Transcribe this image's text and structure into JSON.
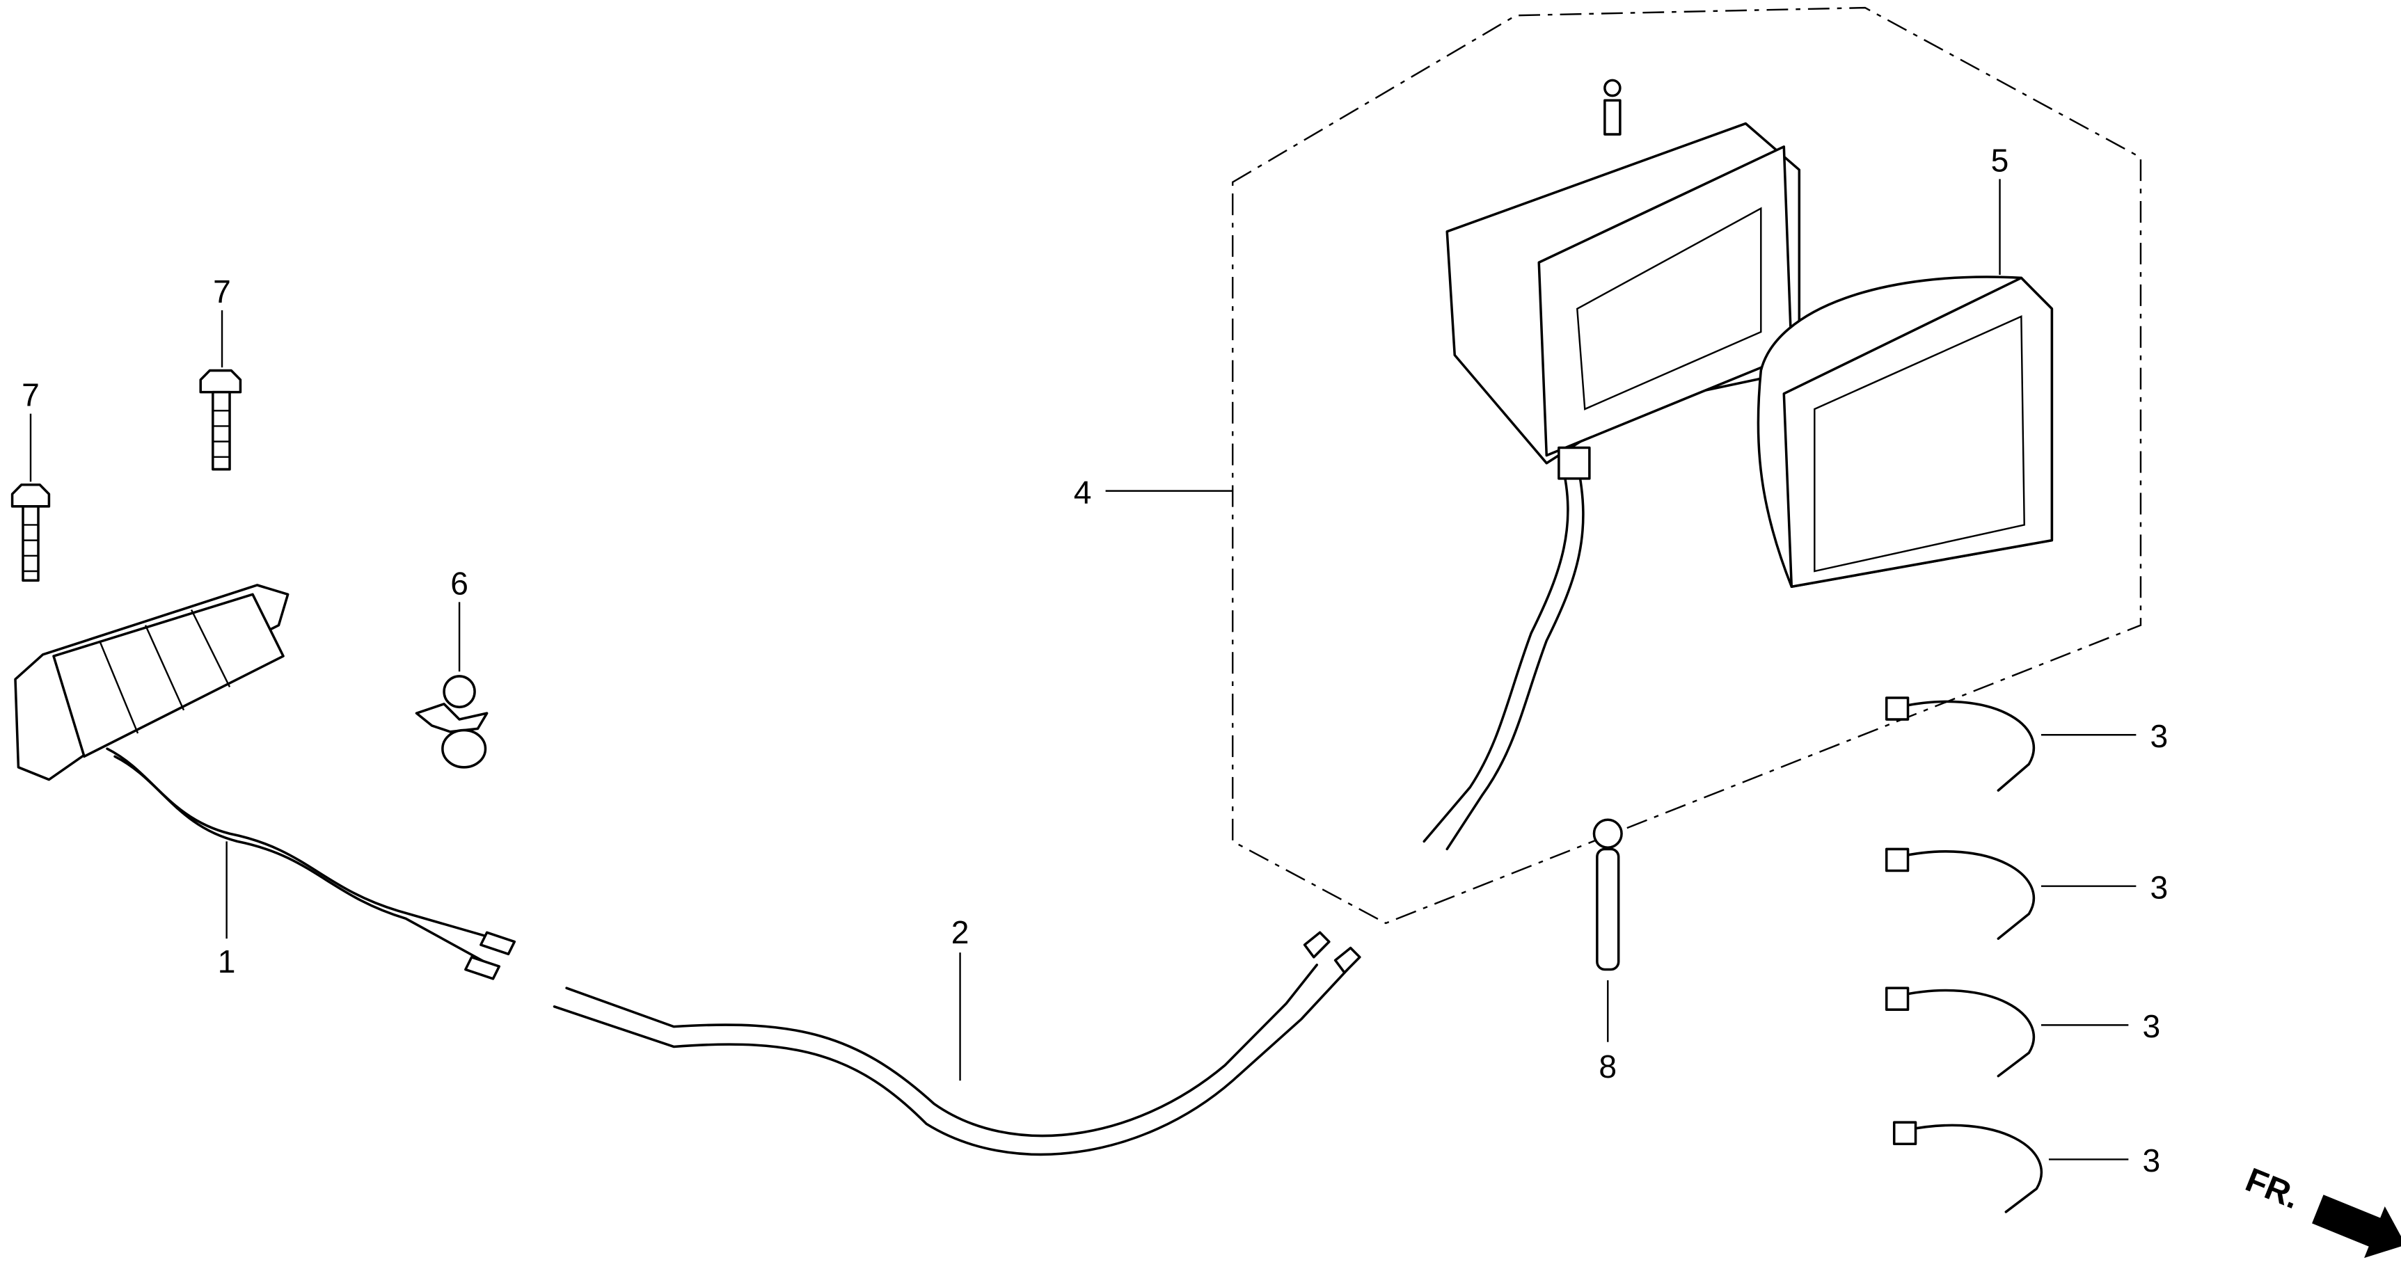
{
  "diagram": {
    "callouts": {
      "p1": "1",
      "p2": "2",
      "p3a": "3",
      "p3b": "3",
      "p3c": "3",
      "p3d": "3",
      "p4": "4",
      "p5": "5",
      "p6": "6",
      "p7a": "7",
      "p7b": "7",
      "p8": "8"
    },
    "direction_marker": "FR."
  }
}
